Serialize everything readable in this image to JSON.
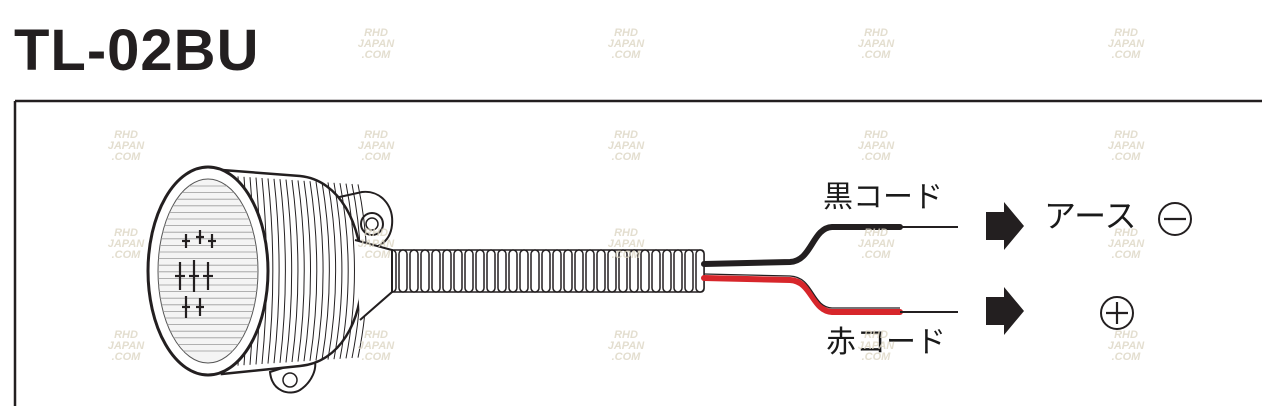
{
  "title": "TL-02BU",
  "black_cord": {
    "label": "黒コード",
    "color": "#231f20"
  },
  "red_cord": {
    "label": "赤コード",
    "color": "#d7262b"
  },
  "terminals": {
    "earth_label": "アース",
    "minus_symbol": "minus-circle",
    "plus_symbol": "plus-circle"
  },
  "arrow_icon": "right-arrow-icon",
  "watermark": {
    "line1": "RHD",
    "line2": "JAPAN",
    "line3": ".COM"
  }
}
